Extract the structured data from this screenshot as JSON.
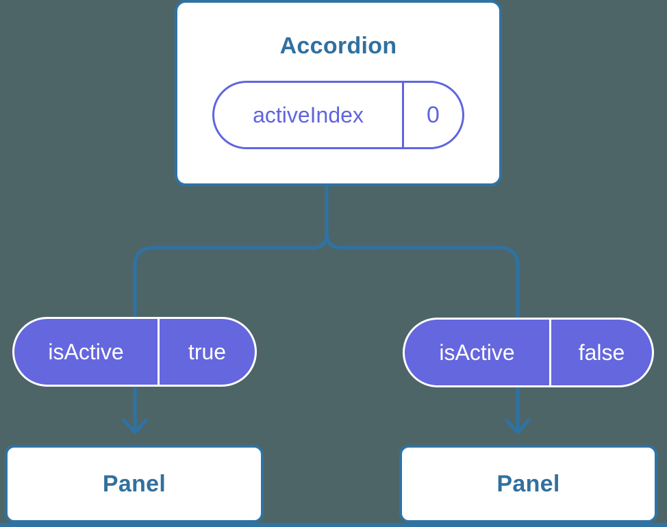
{
  "colors": {
    "background": "#4E6567",
    "line": "#2E73A4",
    "node-border": "#2E73A4",
    "node-text": "#31709F",
    "purple": "#6064DF",
    "purple-fill": "#6467DE"
  },
  "root": {
    "title": "Accordion",
    "state_pill": {
      "label": "activeIndex",
      "value": "0"
    }
  },
  "props": [
    {
      "label": "isActive",
      "value": "true"
    },
    {
      "label": "isActive",
      "value": "false"
    }
  ],
  "panels": [
    {
      "title": "Panel"
    },
    {
      "title": "Panel"
    }
  ]
}
